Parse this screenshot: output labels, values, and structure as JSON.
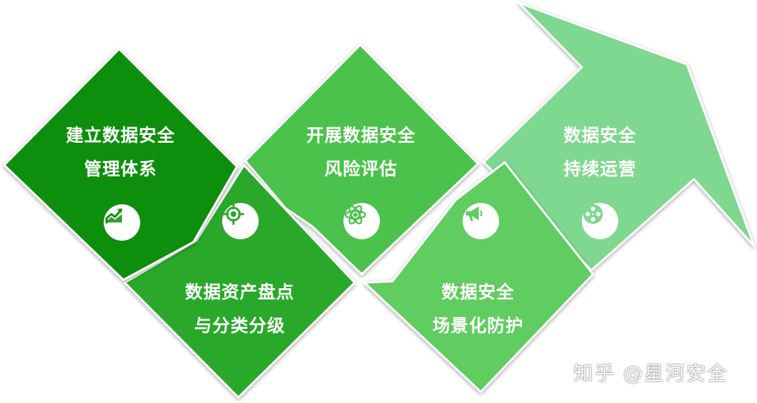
{
  "stages": [
    {
      "line1": "建立数据安全",
      "line2": "管理体系",
      "icon": "trend-chart-icon"
    },
    {
      "line1": "数据资产盘点",
      "line2": "与分类分级",
      "icon": "target-icon"
    },
    {
      "line1": "开展数据安全",
      "line2": "风险评估",
      "icon": "atom-icon"
    },
    {
      "line1": "数据安全",
      "line2": "场景化防护",
      "icon": "megaphone-icon"
    },
    {
      "line1": "数据安全",
      "line2": "持续运营",
      "icon": "film-reel-icon"
    }
  ],
  "colors": {
    "stage1": "#0f8f0f",
    "stage2": "#2ca82c",
    "stage3": "#4cc24c",
    "stage4": "#5fcd5f",
    "stage5": "#7ed88f"
  },
  "watermark": "知乎 @星河安全"
}
